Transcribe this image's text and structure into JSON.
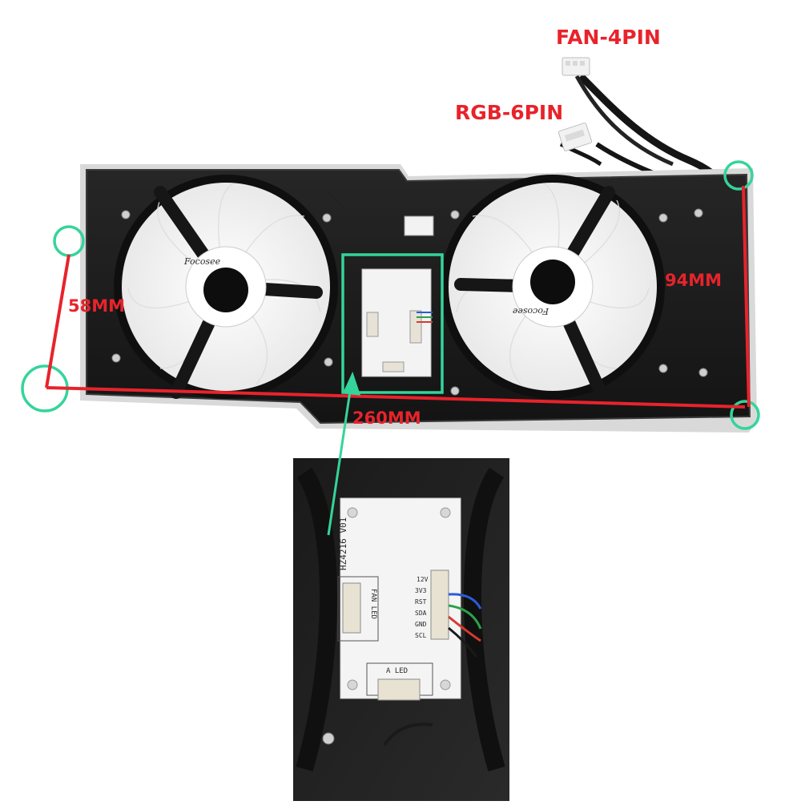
{
  "labels": {
    "fan_connector": "FAN-4PIN",
    "rgb_connector": "RGB-6PIN",
    "depth": "58MM",
    "height": "94MM",
    "length": "260MM"
  },
  "fans": {
    "brand": "Focosee"
  },
  "pcb": {
    "model": "HZ4216 V01",
    "fan_led_label": "FAN LED",
    "bottom_label": "A LED",
    "pins": [
      "12V",
      "3V3",
      "RST",
      "SDA",
      "GND",
      "SCL"
    ]
  },
  "colors": {
    "annotation_red": "#e8232b",
    "highlight_green": "#35d49a",
    "housing": "#1c1c1c",
    "fan_blade": "#f4f4f4"
  }
}
